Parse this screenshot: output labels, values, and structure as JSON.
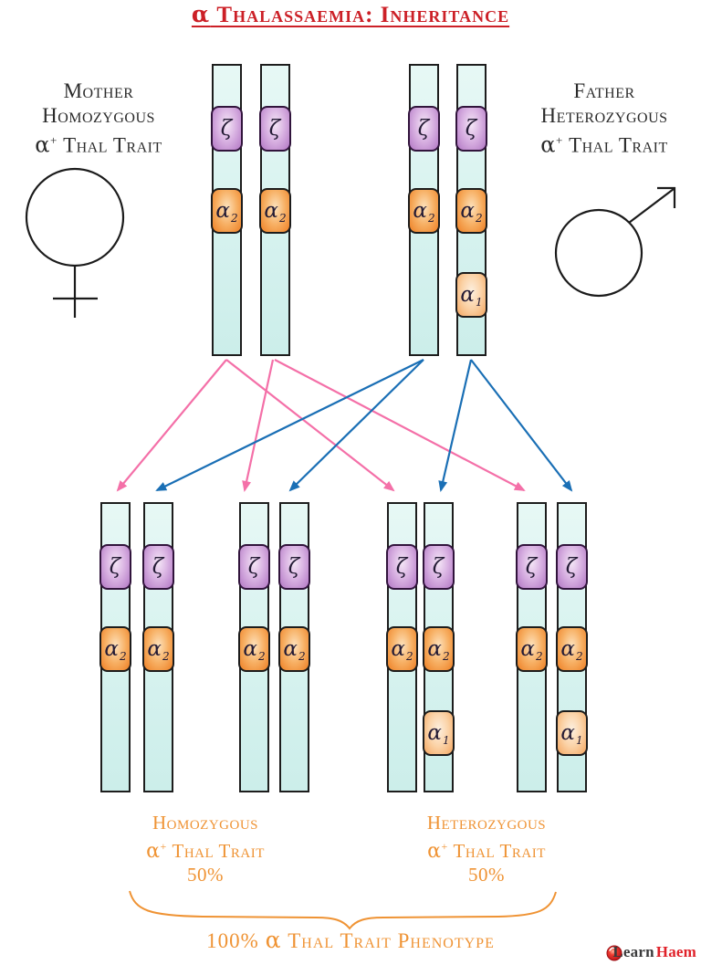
{
  "title": {
    "alpha": "α",
    "rest": " Thalassaemia: Inheritance"
  },
  "parents": {
    "mother": {
      "name": "Mother",
      "zygosity": "Homozygous",
      "trait_alpha": "α",
      "trait_sup": "+",
      "trait_rest": " Thal Trait"
    },
    "father": {
      "name": "Father",
      "zygosity": "Heterozygous",
      "trait_alpha": "α",
      "trait_sup": "+",
      "trait_rest": " Thal Trait"
    }
  },
  "genes": {
    "zeta": {
      "label": "ζ",
      "sub": ""
    },
    "alpha2": {
      "label": "α",
      "sub": "2"
    },
    "alpha1": {
      "label": "α",
      "sub": "1"
    }
  },
  "outcomes": {
    "homozygous": {
      "title": "Homozygous",
      "trait_alpha": "α",
      "trait_sup": "+",
      "trait_rest": " Thal Trait",
      "percent": "50%"
    },
    "heterozygous": {
      "title": "Heterozygous",
      "trait_alpha": "α",
      "trait_sup": "+",
      "trait_rest": " Thal Trait",
      "percent": "50%"
    }
  },
  "phenotype": {
    "pre": "100% ",
    "alpha": "α",
    "rest": " Thal Trait Phenotype"
  },
  "logo": {
    "learn": "Learn",
    "haem": "Haem"
  },
  "colors": {
    "title_red": "#cc2027",
    "text_black": "#2b2b2b",
    "orange": "#ef9334",
    "pink_arrow": "#f470a8",
    "blue_arrow": "#1a6fb5",
    "mother_pink": "#f480b1",
    "father_blue": "#1270b2",
    "chromosome_fill": "#d9f3f0",
    "zeta_purple": "#b277c4",
    "alpha2_orange": "#ee7f24",
    "alpha1_orange": "#f4a660"
  }
}
